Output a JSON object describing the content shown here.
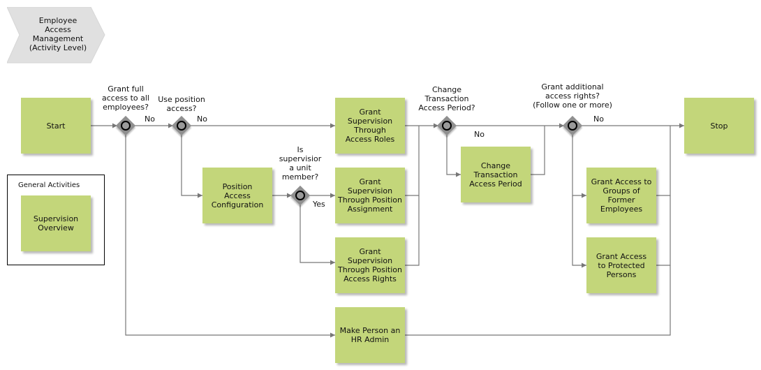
{
  "header": {
    "title": "Employee\nAccess\nManagement\n(Activity Level)"
  },
  "legend": {
    "title": "General Activities",
    "item": "Supervision\nOverview"
  },
  "activities": {
    "start": "Start",
    "grant_roles": "Grant\nSupervision\nThrough\nAccess Roles",
    "position_config": "Position\nAccess\nConfiguration",
    "grant_position_assignment": "Grant\nSupervision\nThrough Position\nAssignment",
    "grant_position_rights": "Grant\nSupervision\nThrough Position\nAccess Rights",
    "change_period": "Change\nTransaction\nAccess Period",
    "former_employees": "Grant Access to\nGroups of\nFormer\nEmployees",
    "protected_persons": "Grant Access\nto Protected\nPersons",
    "hr_admin": "Make Person an\nHR Admin",
    "stop": "Stop"
  },
  "questions": {
    "full_access": "Grant full\naccess to all\nemployees?",
    "use_position": "Use position\naccess?",
    "supervisor_unit": "Is\nsupervisior\na unit\nmember?",
    "change_period": "Change\nTransaction\nAccess Period?",
    "additional_rights": "Grant additional\naccess rights?\n(Follow one or more)"
  },
  "branch_labels": {
    "no_full": "No",
    "no_position": "No",
    "yes_supervisor": "Yes",
    "no_period": "No",
    "no_additional": "No"
  },
  "colors": {
    "activity_fill": "#c3d67a",
    "gateway_fill": "#8f8f8f",
    "connector": "#777777",
    "header_fill": "#e0e0e0"
  }
}
